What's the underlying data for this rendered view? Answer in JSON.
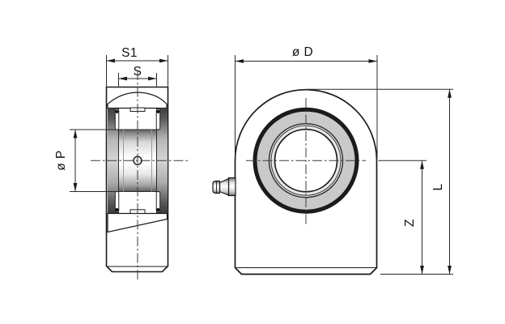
{
  "drawing": {
    "type": "technical-drawing-2-views",
    "labels": {
      "width_outer": "S1",
      "width_inner": "S",
      "bore_diameter": "ø P",
      "head_diameter": "ø D",
      "center_height": "Z",
      "total_height": "L"
    },
    "colors": {
      "background": "#ffffff",
      "body_fill": "#d9d9d9",
      "outline": "#1a1a1a",
      "hatch_fill": "#cfcfcf",
      "bearing_ring_dark": "#1b1b1b",
      "dim_line": "#2a2a2a"
    }
  }
}
